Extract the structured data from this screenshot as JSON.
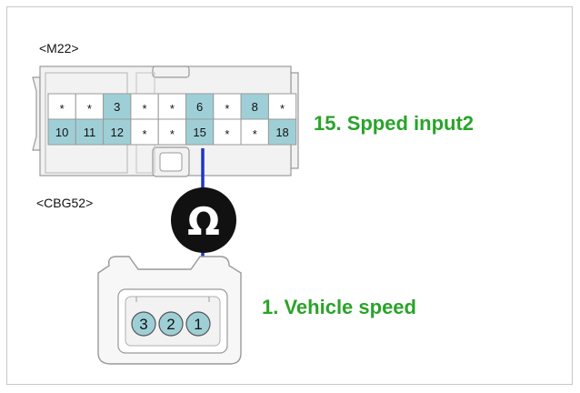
{
  "colors": {
    "wire": "#1f35c6",
    "green_label": "#2aa32a",
    "pin_blue": "#9fcfd6",
    "pin_white": "#ffffff",
    "connector_fill": "#f2f2f2",
    "connector_stroke": "#9a9a9a",
    "meter_bg": "#111111"
  },
  "top_connector": {
    "name": "<M22>",
    "row1": [
      "*",
      "*",
      "3",
      "*",
      "*",
      "6",
      "*",
      "8",
      "*"
    ],
    "row2": [
      "10",
      "11",
      "12",
      "*",
      "*",
      "15",
      "*",
      "*",
      "18"
    ],
    "highlight_row1": [
      false,
      false,
      true,
      false,
      false,
      true,
      false,
      true,
      false
    ],
    "highlight_row2": [
      true,
      true,
      true,
      false,
      false,
      true,
      false,
      false,
      true
    ]
  },
  "top_pin_label": "15. Spped input2",
  "bottom_connector": {
    "name": "<CBG52>",
    "pins": [
      "3",
      "2",
      "1"
    ]
  },
  "bottom_pin_label": "1. Vehicle speed",
  "meter": {
    "symbol": "Ω",
    "icon": "ohm-meter-icon"
  }
}
